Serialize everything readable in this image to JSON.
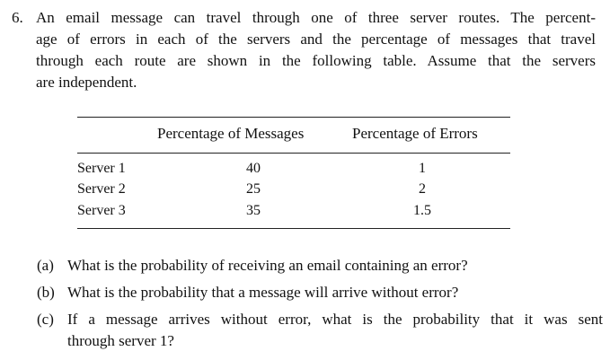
{
  "problem": {
    "number": "6.",
    "lines": [
      "An email message can travel through one of three server routes. The percent-",
      "age of errors in each of the servers and the percentage of messages that travel",
      "through each route are shown in the following table. Assume that the servers",
      "are independent."
    ]
  },
  "table": {
    "headers": [
      "Percentage of Messages",
      "Percentage of Errors"
    ],
    "rows": [
      {
        "server": "Server 1",
        "messages": "40",
        "errors": "1"
      },
      {
        "server": "Server 2",
        "messages": "25",
        "errors": "2"
      },
      {
        "server": "Server 3",
        "messages": "35",
        "errors": "1.5"
      }
    ]
  },
  "questions": [
    {
      "label": "(a)",
      "lines": [
        "What is the probability of receiving an email containing an error?"
      ]
    },
    {
      "label": "(b)",
      "lines": [
        "What is the probability that a message will arrive without error?"
      ]
    },
    {
      "label": "(c)",
      "lines": [
        "If a message arrives without error, what is the probability that it was sent",
        "through server 1?"
      ]
    }
  ]
}
